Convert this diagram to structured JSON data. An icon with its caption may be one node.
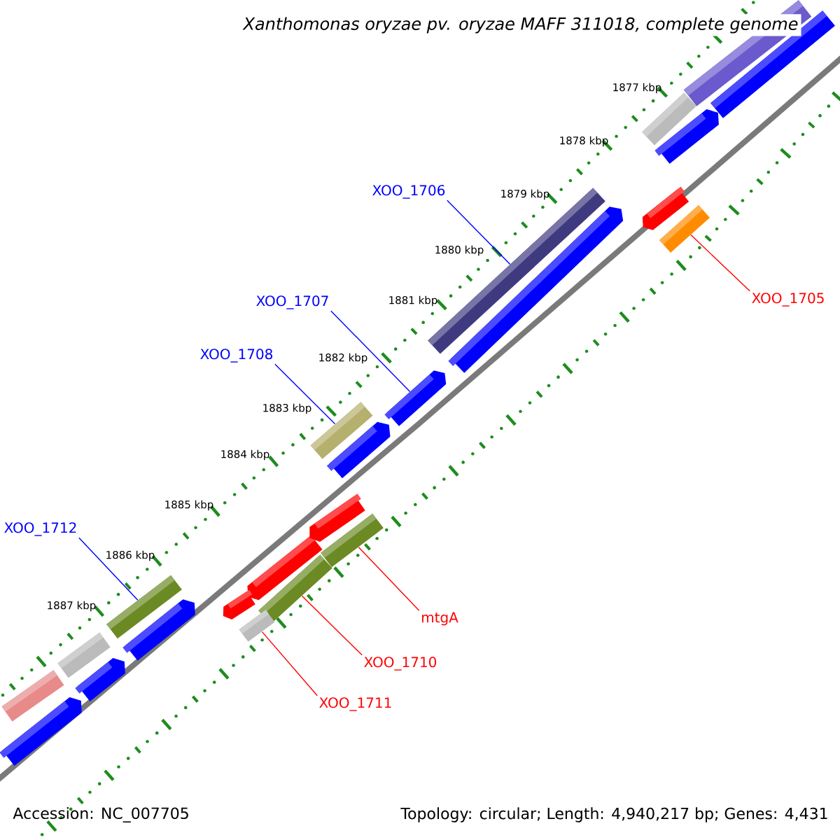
{
  "diagram": {
    "title": "Xanthomonas oryzae pv. oryzae MAFF 311018, complete genome",
    "nodes": [
      {
        "text": [
          "XOO_1706"
        ]
      },
      {
        "text": [
          "XOO_1705"
        ]
      },
      {
        "text": [
          "XOO_1707"
        ]
      },
      {
        "text": [
          "XOO_1708"
        ]
      },
      {
        "text": [
          "XOO_1712"
        ]
      },
      {
        "text": [
          "mtgA"
        ]
      },
      {
        "text": [
          "XOO_1710"
        ]
      },
      {
        "text": [
          "XOO_1711"
        ]
      },
      {
        "text": [],
        "shape": "bar"
      },
      {
        "text": [],
        "shape": "bar"
      },
      {
        "text": [],
        "shape": "arrow"
      },
      {
        "text": [],
        "shape": "bar"
      },
      {
        "text": [],
        "shape": "bar"
      },
      {
        "text": [],
        "shape": "bar"
      },
      {
        "text": [],
        "shape": "bar"
      },
      {
        "text": [],
        "shape": "bar"
      },
      {
        "text": [],
        "shape": "bar"
      },
      {
        "text": [],
        "shape": "bar"
      },
      {
        "text": [],
        "shape": "bar"
      },
      {
        "text": [],
        "shape": "bar"
      },
      {
        "text": [],
        "shape": "bar"
      },
      {
        "text": [],
        "shape": "arrow"
      },
      {
        "text": [],
        "shape": "arrow"
      },
      {
        "text": [],
        "shape": "arrow"
      },
      {
        "text": [],
        "shape": "arrow"
      },
      {
        "text": [],
        "shape": "arrow"
      },
      {
        "text": [],
        "shape": "arrow"
      },
      {
        "text": [],
        "shape": "arrow"
      },
      {
        "text": [],
        "shape": "arrow"
      },
      {
        "text": [],
        "shape": "arrow"
      },
      {
        "text": [],
        "shape": "arrow"
      }
    ],
    "edges": [
      {
        "from": 0,
        "to": 8,
        "arrow": "none",
        "color": "#0000ff"
      },
      {
        "from": 1,
        "to": 9,
        "arrow": "none",
        "color": "#ff0000"
      },
      {
        "from": 2,
        "to": 10,
        "arrow": "none",
        "color": "#0000ff"
      },
      {
        "from": 3,
        "to": 11,
        "arrow": "none",
        "color": "#0000ff"
      },
      {
        "from": 4,
        "to": 12,
        "arrow": "none",
        "color": "#0000ff"
      },
      {
        "from": 5,
        "to": 13,
        "arrow": "none",
        "color": "#ff0000"
      },
      {
        "from": 6,
        "to": 14,
        "arrow": "none",
        "color": "#ff0000"
      },
      {
        "from": 7,
        "to": 15,
        "arrow": "none",
        "color": "#ff0000"
      }
    ],
    "labels": [
      "1877 kbp",
      "1878 kbp",
      "1879 kbp",
      "1880 kbp",
      "1881 kbp",
      "1882 kbp",
      "1883 kbp",
      "1884 kbp",
      "1885 kbp",
      "1886 kbp",
      "1887 kbp",
      "Accession: NC_007705",
      "Topology: circular; Length: 4,940,217 bp; Genes: 4,431"
    ]
  }
}
